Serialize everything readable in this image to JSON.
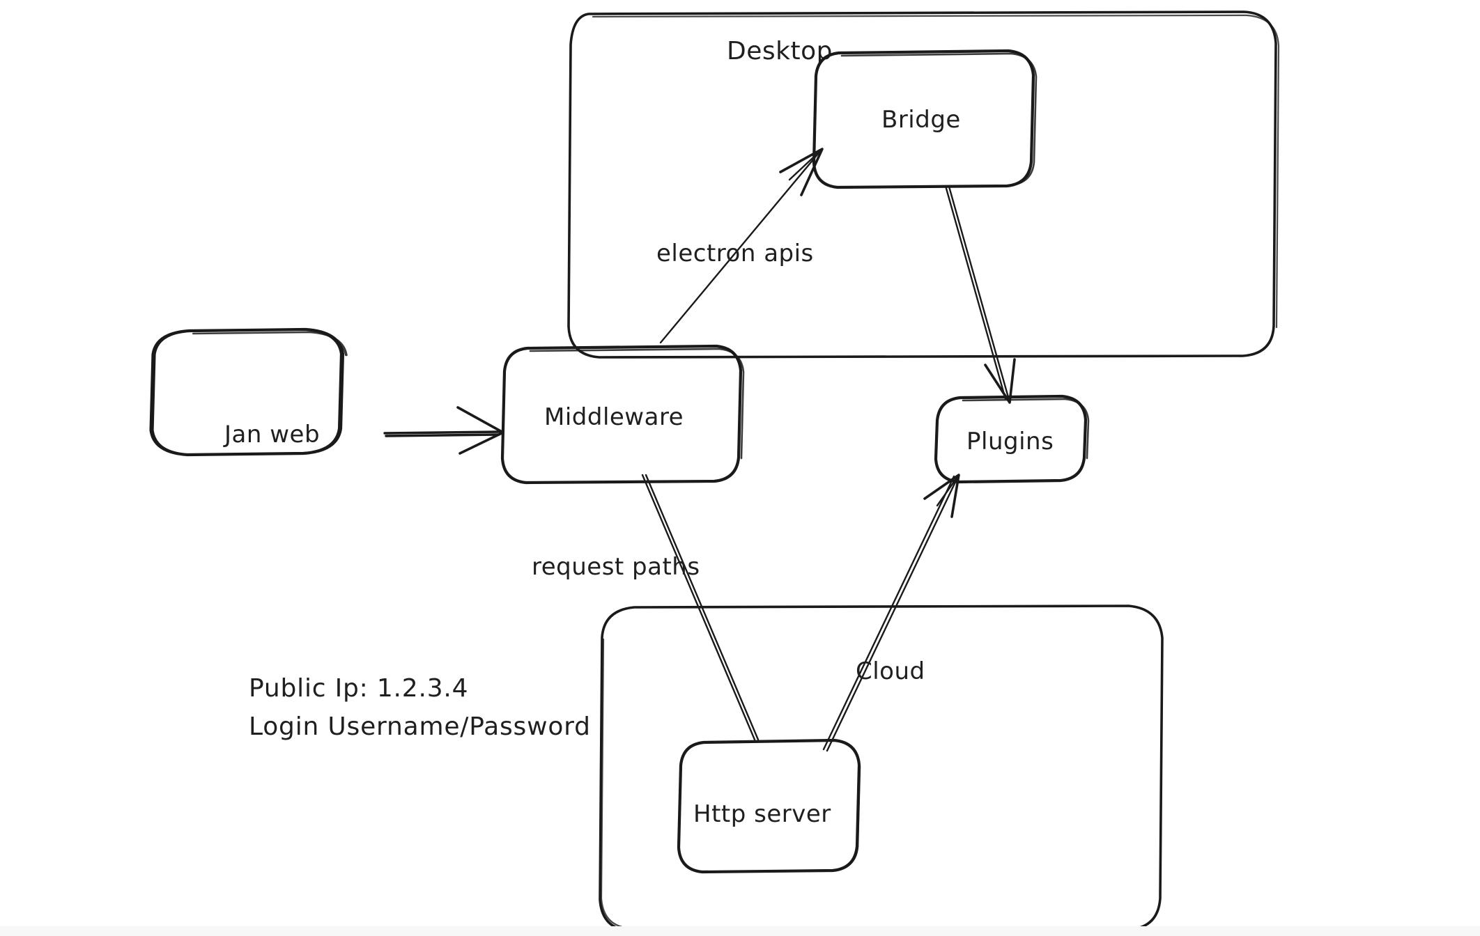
{
  "diagram": {
    "title": "Jan architecture sketch",
    "style": "hand-drawn whiteboard",
    "background_color": "#ffffff",
    "stroke_color": "#1a1a1a",
    "text_color": "#1f1f1f"
  },
  "groups": [
    {
      "id": "desktop",
      "label": "Desktop",
      "label_position": "top-center-left"
    },
    {
      "id": "cloud",
      "label": "",
      "label_position": "none"
    }
  ],
  "nodes": [
    {
      "id": "jan-web",
      "label": "Jan web"
    },
    {
      "id": "middleware",
      "label": "Middleware"
    },
    {
      "id": "bridge",
      "label": "Bridge"
    },
    {
      "id": "plugins",
      "label": "Plugins"
    },
    {
      "id": "http-server",
      "label": "Http server"
    }
  ],
  "edges": [
    {
      "id": "janweb-to-middleware",
      "from": "jan-web",
      "to": "middleware",
      "label": "",
      "arrow": true
    },
    {
      "id": "middleware-to-bridge",
      "from": "middleware",
      "to": "bridge",
      "label": "electron apis",
      "arrow": true
    },
    {
      "id": "bridge-to-plugins",
      "from": "bridge",
      "to": "plugins",
      "label": "",
      "arrow": true
    },
    {
      "id": "middleware-to-http",
      "from": "middleware",
      "to": "http-server",
      "label": "request paths",
      "arrow": false
    },
    {
      "id": "http-to-plugins",
      "from": "http-server",
      "to": "plugins",
      "label": "Cloud",
      "arrow": true
    }
  ],
  "notes": {
    "id": "connection-note",
    "lines": [
      "Public Ip: 1.2.3.4",
      "Login Username/Password"
    ]
  }
}
